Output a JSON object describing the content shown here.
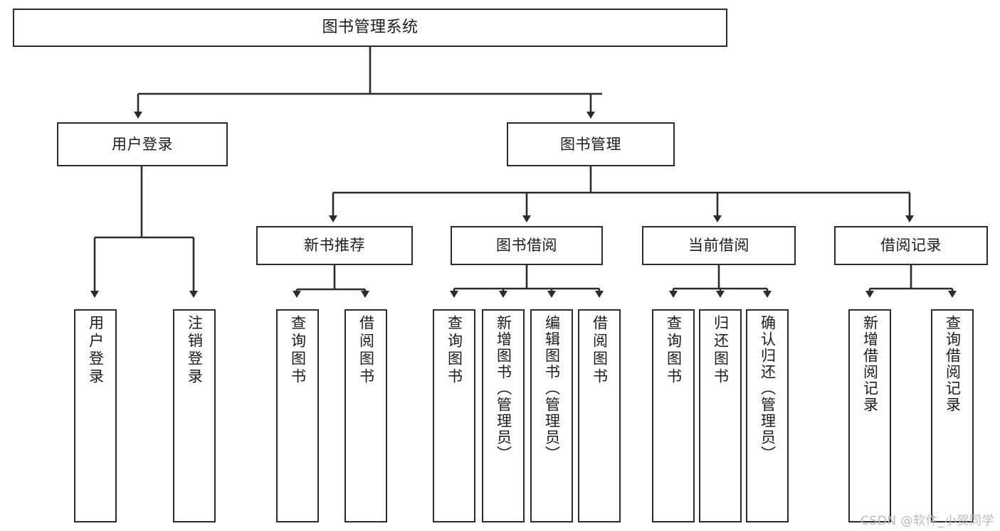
{
  "diagram": {
    "title": "图书管理系统",
    "type": "tree-hierarchy",
    "root": {
      "label": "图书管理系统"
    },
    "level2": [
      {
        "label": "用户登录"
      },
      {
        "label": "图书管理"
      }
    ],
    "level3": [
      {
        "label": "新书推荐"
      },
      {
        "label": "图书借阅"
      },
      {
        "label": "当前借阅"
      },
      {
        "label": "借阅记录"
      }
    ],
    "leaves": {
      "user_login": [
        {
          "label": "用户登录"
        },
        {
          "label": "注销登录"
        }
      ],
      "new_book_recommend": [
        {
          "label": "查询图书"
        },
        {
          "label": "借阅图书"
        }
      ],
      "book_borrow": [
        {
          "label": "查询图书"
        },
        {
          "label": "新增图书（管理员）"
        },
        {
          "label": "编辑图书（管理员）"
        },
        {
          "label": "借阅图书"
        }
      ],
      "current_borrow": [
        {
          "label": "查询图书"
        },
        {
          "label": "归还图书"
        },
        {
          "label": "确认归还（管理员）"
        }
      ],
      "borrow_record": [
        {
          "label": "新增借阅记录"
        },
        {
          "label": "查询借阅记录"
        }
      ]
    }
  },
  "watermark": {
    "text": "CSDN @软件_小贺同学"
  },
  "colors": {
    "stroke": "#2b2b2b",
    "background": "#ffffff",
    "text": "#1b1b1b",
    "watermark": "#b9b9b9"
  }
}
